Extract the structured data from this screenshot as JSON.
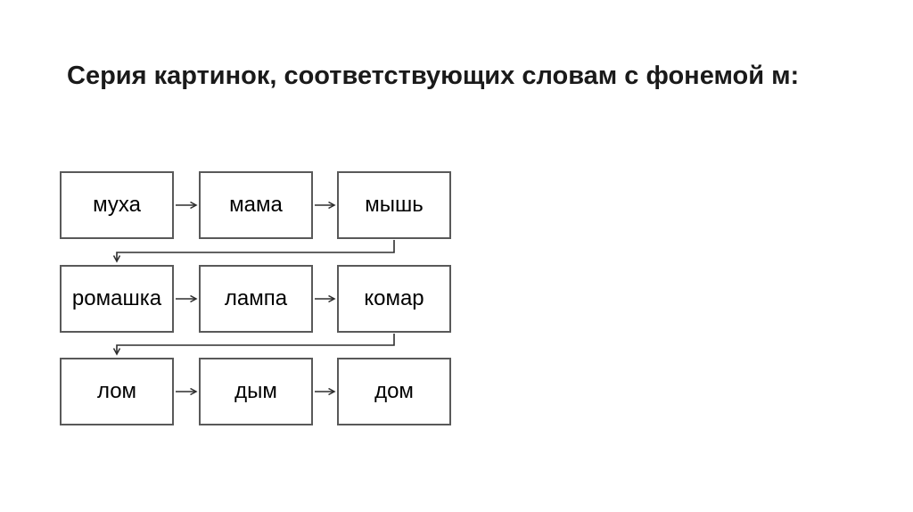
{
  "title": "Серия картинок, соответствующих словам с фонемой м:",
  "diagram": {
    "rows": [
      {
        "cells": [
          {
            "label": "муха"
          },
          {
            "label": "мама"
          },
          {
            "label": "мышь"
          }
        ]
      },
      {
        "cells": [
          {
            "label": "ромашка"
          },
          {
            "label": "лампа"
          },
          {
            "label": "комар"
          }
        ]
      },
      {
        "cells": [
          {
            "label": "лом"
          },
          {
            "label": "дым"
          },
          {
            "label": "дом"
          }
        ]
      }
    ],
    "colors": {
      "background": "#ffffff",
      "box_border": "#595959",
      "box_fill": "#ffffff",
      "text": "#000000",
      "arrow": "#2e2e2e",
      "title_text": "#1a1a1a"
    }
  }
}
